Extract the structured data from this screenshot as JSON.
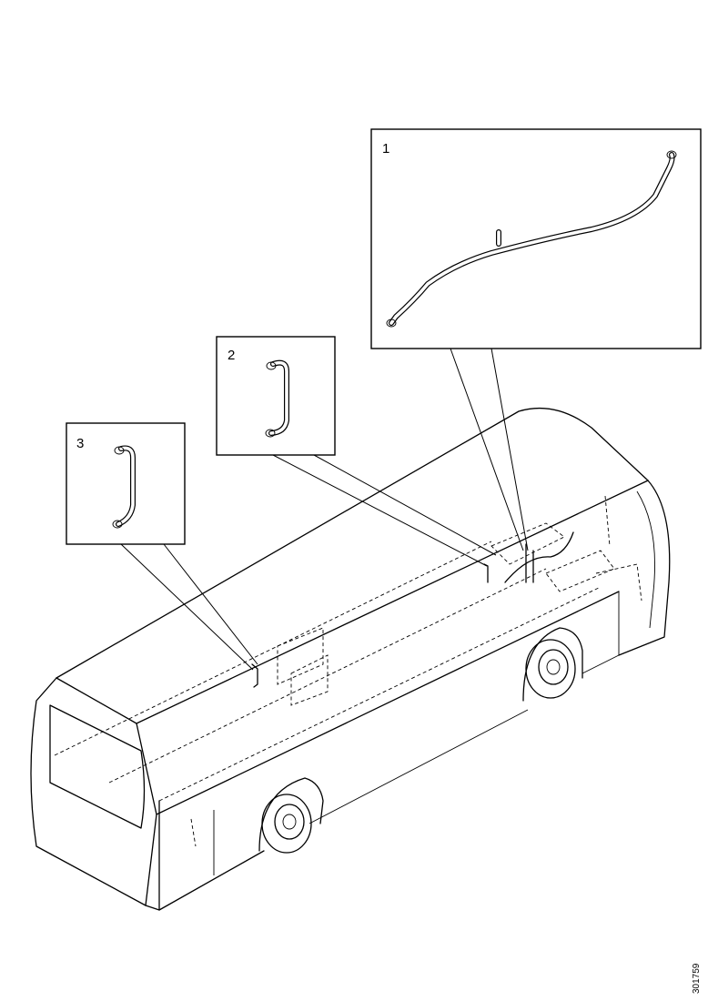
{
  "callouts": [
    {
      "number": "1",
      "part": "pipe"
    },
    {
      "number": "2",
      "part": "pipe"
    },
    {
      "number": "3",
      "part": "pipe"
    }
  ],
  "reference_code": "301759"
}
